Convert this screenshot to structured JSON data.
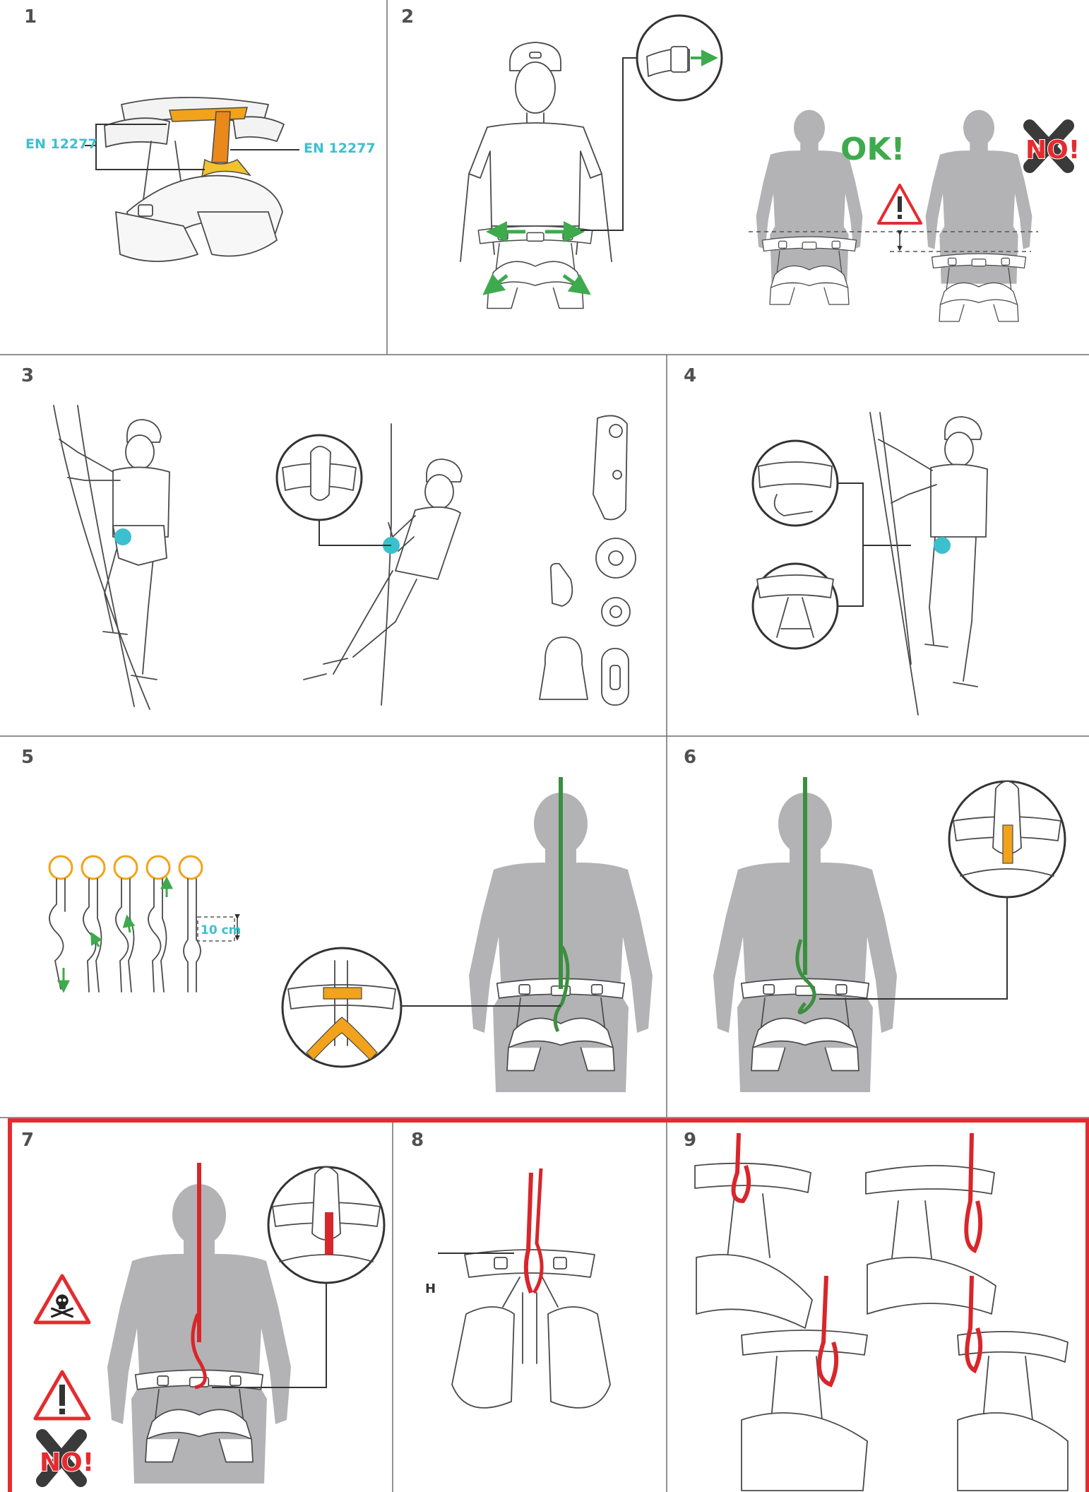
{
  "panels": [
    {
      "number": "1"
    },
    {
      "number": "2"
    },
    {
      "number": "3"
    },
    {
      "number": "4"
    },
    {
      "number": "5"
    },
    {
      "number": "6"
    },
    {
      "number": "7"
    },
    {
      "number": "8"
    },
    {
      "number": "9"
    }
  ],
  "panel1": {
    "standard_left": "EN 12277",
    "standard_right": "EN 12277"
  },
  "panel2": {
    "ok_label": "OK!",
    "no_label": "NO!"
  },
  "panel5": {
    "distance_label": "10 cm"
  },
  "panel7": {
    "no_label": "NO!"
  },
  "panel8": {
    "callout_label": "H"
  },
  "colors": {
    "rope_green": "#3b8f3f",
    "rope_red": "#d8262b",
    "webbing_orange": "#f2a31b",
    "attachment_point_cyan": "#3cc0cf",
    "silhouette_gray": "#b3b3b5",
    "warning_red_frame": "#e52b2f",
    "arrow_green": "#3eaa4e"
  },
  "icons": [
    "warning-triangle-icon",
    "skull-crossbones-icon",
    "cross-no-icon",
    "carabiner-icon",
    "descender-icon",
    "figure-eight-icon"
  ]
}
